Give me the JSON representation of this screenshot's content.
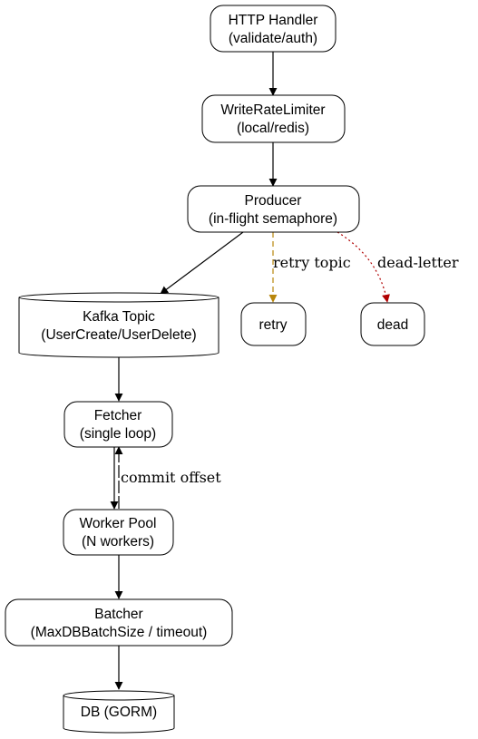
{
  "nodes": {
    "http_handler": {
      "line1": "HTTP Handler",
      "line2": "(validate/auth)"
    },
    "rate_limiter": {
      "line1": "WriteRateLimiter",
      "line2": "(local/redis)"
    },
    "producer": {
      "line1": "Producer",
      "line2": "(in-flight semaphore)"
    },
    "kafka_topic": {
      "line1": "Kafka Topic",
      "line2": "(UserCreate/UserDelete)"
    },
    "retry": {
      "line1": "retry"
    },
    "dead": {
      "line1": "dead"
    },
    "fetcher": {
      "line1": "Fetcher",
      "line2": "(single loop)"
    },
    "worker_pool": {
      "line1": "Worker Pool",
      "line2": "(N workers)"
    },
    "batcher": {
      "line1": "Batcher",
      "line2": "(MaxDBBatchSize / timeout)"
    },
    "db": {
      "line1": "DB (GORM)"
    }
  },
  "edges": {
    "retry_topic_label": "retry topic",
    "dead_letter_label": "dead-letter",
    "commit_offset_label": "commit offset"
  },
  "colors": {
    "default_edge": "#000000",
    "retry_edge": "#b8860b",
    "dead_edge": "#b00000"
  }
}
